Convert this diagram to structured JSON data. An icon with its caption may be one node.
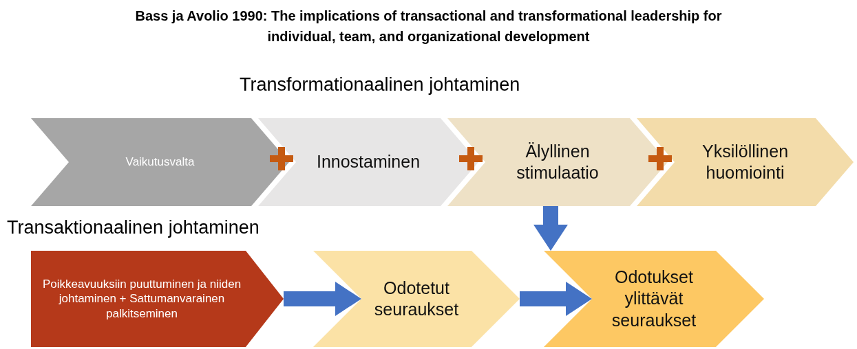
{
  "diagram": {
    "title": "Bass ja Avolio 1990: The implications of transactional and transformational leadership for individual, team, and organizational development",
    "nodes": [
      {
        "text": [
          "Vaikutusvalta"
        ]
      },
      {
        "text": [
          "Innostaminen"
        ]
      },
      {
        "text": [
          "Älyllinen stimulaatio"
        ]
      },
      {
        "text": [
          "Yksilöllinen huomiointi"
        ]
      },
      {
        "text": [
          "Poikkeavuuksiin puuttuminen ja niiden johtaminen + Sattumanvarainen palkitseminen"
        ]
      },
      {
        "text": [
          "Odotetut seuraukset"
        ]
      },
      {
        "text": [
          "Odotukset ylittävät seuraukset"
        ]
      }
    ],
    "edges": [
      {
        "from": 4,
        "to": 5,
        "arrow": "to"
      },
      {
        "from": 5,
        "to": 6,
        "arrow": "to"
      },
      {
        "from": 2,
        "to": 6,
        "arrow": "to"
      }
    ],
    "labels": [
      "Transformationaalinen johtaminen",
      "Transaktionaalinen johtaminen"
    ]
  }
}
